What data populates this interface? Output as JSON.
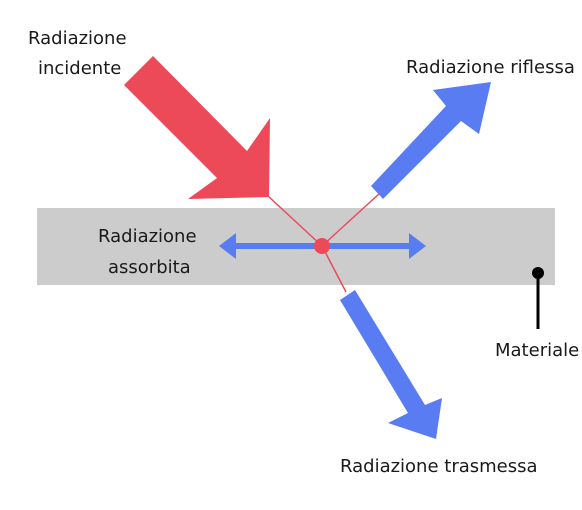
{
  "labels": {
    "incident_line1": "Radiazione",
    "incident_line2": "incidente",
    "reflected": "Radiazione riflessa",
    "absorbed_line1": "Radiazione",
    "absorbed_line2": "assorbita",
    "material": "Materiale",
    "transmitted": "Radiazione trasmessa"
  },
  "colors": {
    "incident": "#ec4a59",
    "reflected": "#5a7cf2",
    "absorbed": "#5a7cf2",
    "transmitted": "#5a7cf2",
    "material": "#cccccc",
    "guide_line": "#ec4a59",
    "marker": "#000000"
  }
}
